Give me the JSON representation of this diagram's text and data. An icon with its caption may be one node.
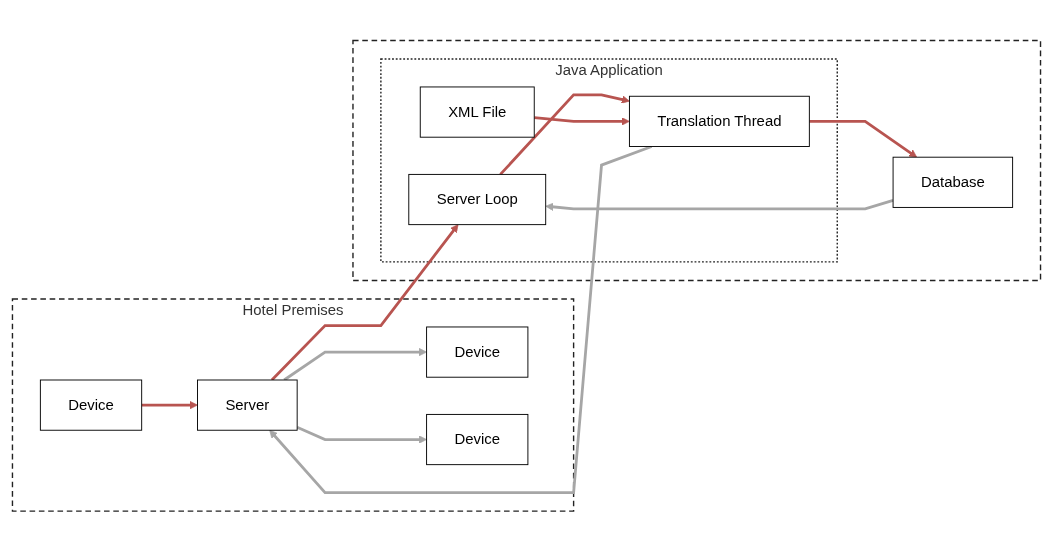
{
  "diagram": {
    "nodes": [
      {
        "text": [
          "Hotel Premises"
        ]
      },
      {
        "text": [
          "Device"
        ],
        "in": 0
      },
      {
        "text": [
          "Device"
        ],
        "in": 0
      },
      {
        "text": [
          "Device"
        ],
        "in": 0
      },
      {
        "text": [
          "Server"
        ],
        "in": 0
      },
      {
        "text": [],
        "shape": "box"
      },
      {
        "text": [
          "Java Application"
        ],
        "in": 5
      },
      {
        "text": [
          "XML File"
        ],
        "in": 6
      },
      {
        "text": [
          "Translation Thread"
        ],
        "in": 6
      },
      {
        "text": [
          "Server Loop"
        ],
        "in": 6
      },
      {
        "text": [
          "Database"
        ],
        "in": 5
      }
    ],
    "edges": [
      {
        "from": 1,
        "to": 4,
        "arrow": "to"
      },
      {
        "from": 4,
        "to": 2,
        "arrow": "to",
        "color": "#a6a6a6"
      },
      {
        "from": 4,
        "to": 3,
        "arrow": "to",
        "color": "#a6a6a6"
      },
      {
        "from": 4,
        "to": 9,
        "arrow": "to"
      },
      {
        "from": 9,
        "to": 8,
        "arrow": "to"
      },
      {
        "from": 7,
        "to": 8,
        "arrow": "to"
      },
      {
        "from": 8,
        "to": 10,
        "arrow": "to"
      },
      {
        "from": 8,
        "to": 4,
        "arrow": "to",
        "color": "#a6a6a6"
      },
      {
        "from": 10,
        "to": 9,
        "arrow": "to",
        "color": "#a6a6a6"
      }
    ]
  }
}
